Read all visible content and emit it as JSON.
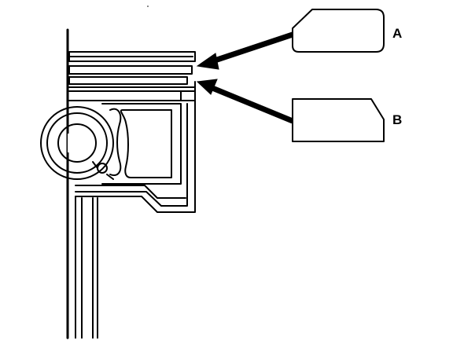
{
  "diagram": {
    "callouts": [
      {
        "id": "A",
        "label": "A",
        "shape": "top-left-chamfer-ring-profile"
      },
      {
        "id": "B",
        "label": "B",
        "shape": "top-right-chamfer-ring-profile"
      }
    ],
    "colors": {
      "line": "#000000",
      "background": "#ffffff"
    }
  }
}
